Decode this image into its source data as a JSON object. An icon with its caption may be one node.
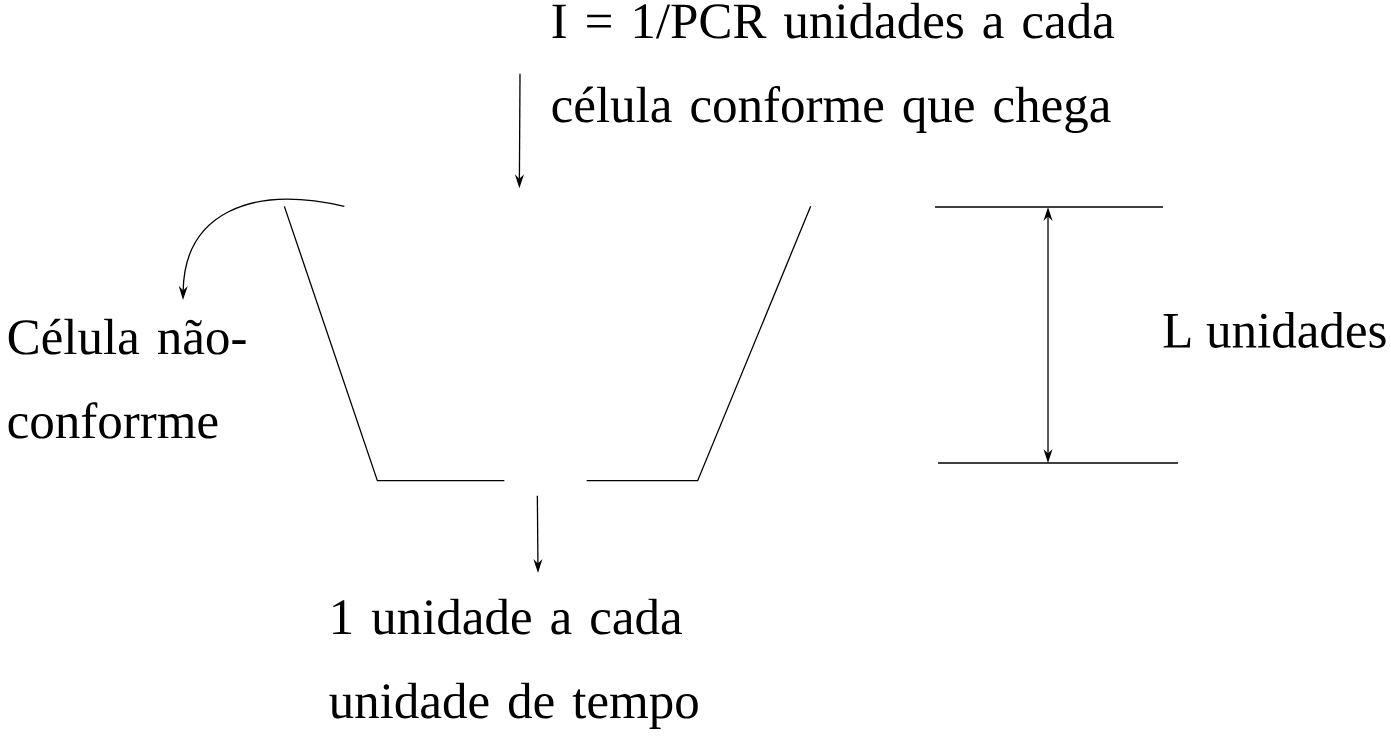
{
  "diagram": {
    "nodes": [
      {
        "text": [
          "I = 1/PCR unidades a cada célula conforme que chega"
        ]
      },
      {
        "text": [],
        "shape": "bucket"
      },
      {
        "text": [
          "Célula não-conforrme"
        ]
      },
      {
        "text": [
          "1 unidade a cada unidade de tempo"
        ]
      }
    ],
    "edges": [
      {
        "from": 0,
        "to": 1,
        "arrow": "to"
      },
      {
        "from": 1,
        "to": 2,
        "arrow": "to"
      },
      {
        "from": 1,
        "to": 3,
        "arrow": "to"
      }
    ],
    "labels": [
      "L unidades"
    ]
  }
}
